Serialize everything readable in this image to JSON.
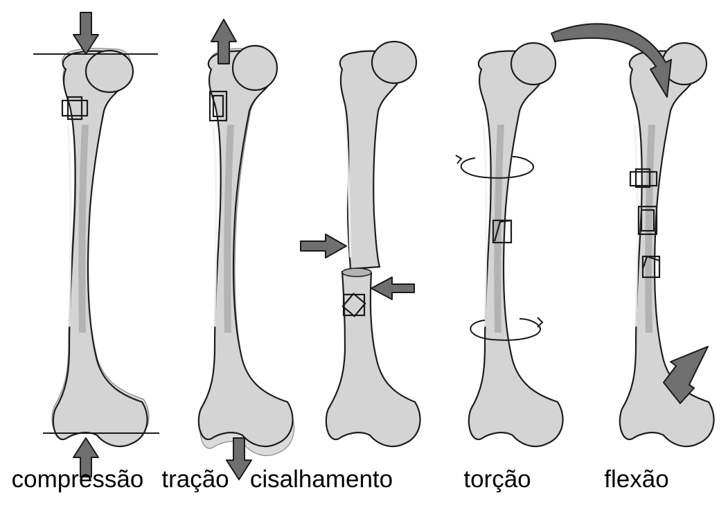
{
  "labels": {
    "compression": "compressão",
    "tension": "tração",
    "shear": "cisalhamento",
    "torsion": "torção",
    "bending": "flexão"
  },
  "colors": {
    "bone_fill": "#d4d4d4",
    "arrow_fill": "#6f6f6f",
    "outline": "#1a1a1a"
  }
}
